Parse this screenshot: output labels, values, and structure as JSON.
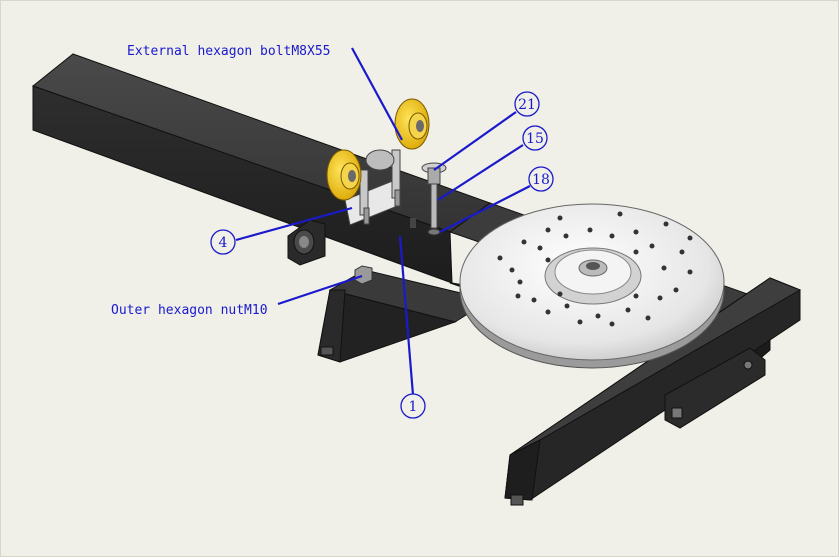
{
  "callouts": {
    "bolt": "External hexagon boltM8X55",
    "nut": "Outer hexagon nutM10"
  },
  "balloons": {
    "b21": "21",
    "b15": "15",
    "b18": "18",
    "b4": "4",
    "b1": "1"
  },
  "colors": {
    "leader": "#1a1acc",
    "frame": "#2a2a2a",
    "wheel": "#e8c21a",
    "plate": "#d8d8d8",
    "background": "#f0f0e8"
  }
}
